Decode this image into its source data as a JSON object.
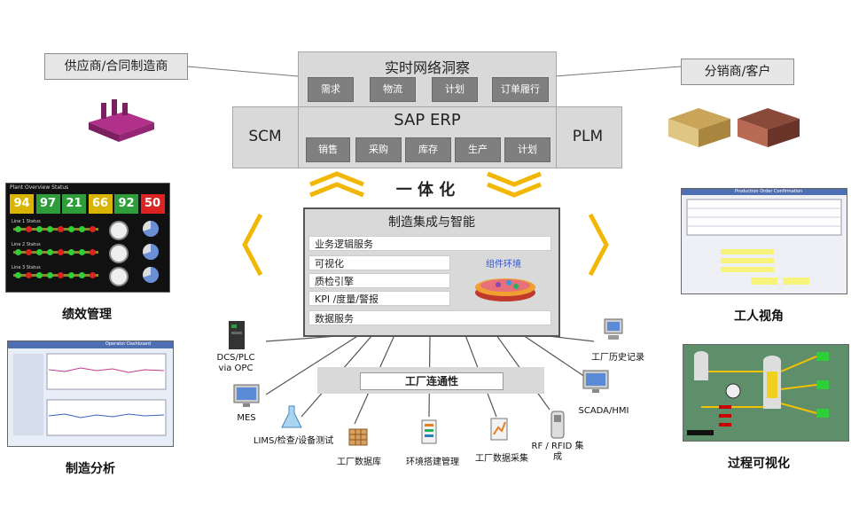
{
  "supplier_label": "供应商/合同制造商",
  "distributor_label": "分销商/客户",
  "network": {
    "title": "实时网络洞察",
    "items": [
      "需求",
      "物流",
      "计划",
      "订单履行"
    ]
  },
  "erp": {
    "title": "SAP ERP",
    "left": "SCM",
    "right": "PLM",
    "items": [
      "销售",
      "采购",
      "库存",
      "生产",
      "计划"
    ]
  },
  "integration_label": "一 体 化",
  "mii": {
    "title": "制造集成与智能",
    "functions": [
      "业务逻辑服务",
      "可视化",
      "质检引擎",
      "KPI /度量/警报",
      "数据服务"
    ],
    "component_label": "组件环境"
  },
  "connectivity_label": "工厂连通性",
  "sources": [
    "DCS/PLC via OPC",
    "MES",
    "LIMS/检查/设备测试",
    "工厂数据库",
    "环境搭建管理",
    "工厂数据采集",
    "RF / RFID 集成",
    "SCADA/HMI",
    "工厂历史记录"
  ],
  "panels": {
    "performance": {
      "caption": "绩效管理",
      "header": "Plant Overview Status",
      "kpis": [
        {
          "value": "94",
          "color": "#d9b400"
        },
        {
          "value": "97",
          "color": "#2e9e3a"
        },
        {
          "value": "21",
          "color": "#2e9e3a"
        },
        {
          "value": "66",
          "color": "#d9b400"
        },
        {
          "value": "92",
          "color": "#2e9e3a"
        },
        {
          "value": "50",
          "color": "#d22"
        }
      ],
      "lines": [
        "Line 1 Status",
        "Line 2 Status",
        "Line 3 Status"
      ]
    },
    "analytics": {
      "caption": "制造分析",
      "header": "Operator Dashboard"
    },
    "worker": {
      "caption": "工人视角",
      "header": "Production Order Confirmation"
    },
    "process": {
      "caption": "过程可视化"
    }
  },
  "colors": {
    "accent_yellow": "#f2b705",
    "gray_button": "#7f7f7f",
    "gray_box": "#d9d9d9"
  }
}
